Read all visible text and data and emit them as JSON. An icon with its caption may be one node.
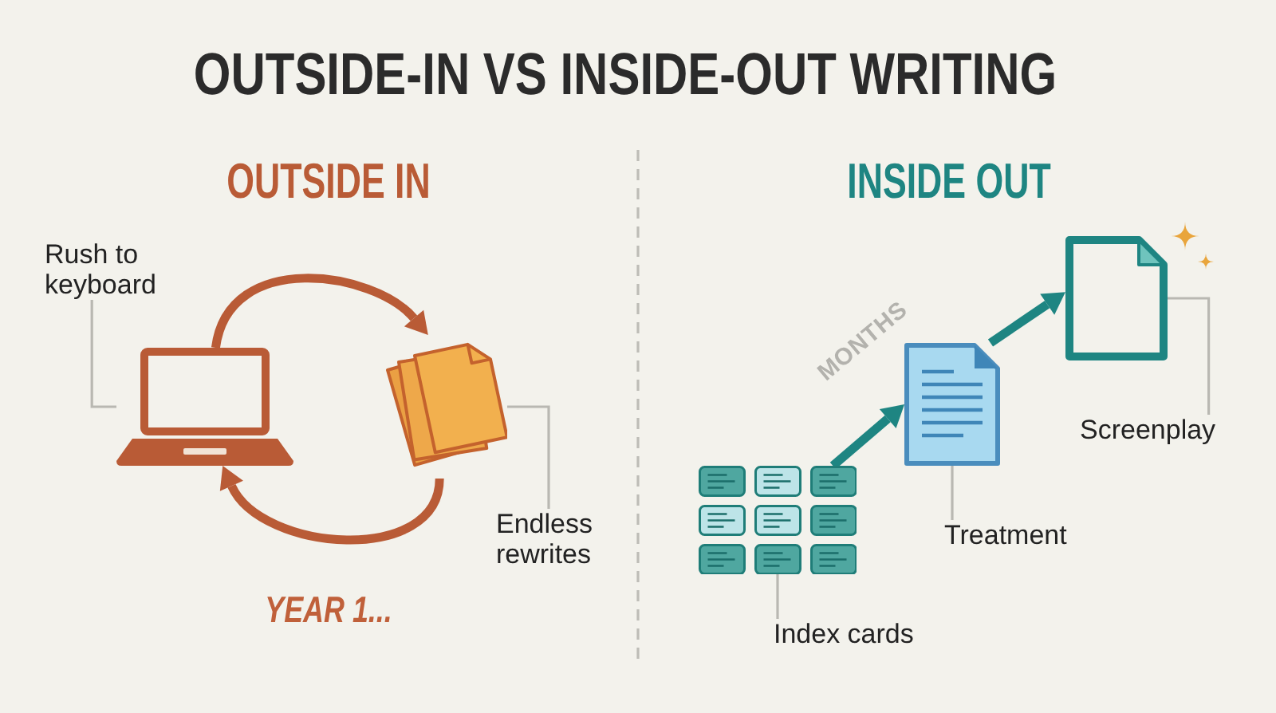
{
  "diagram": {
    "title": "OUTSIDE-IN VS INSIDE-OUT WRITING",
    "nodes": [
      {
        "text": [
          "Rush to keyboard"
        ]
      },
      {
        "text": [],
        "shape": "picture"
      },
      {
        "text": [],
        "shape": "picture"
      },
      {
        "text": [
          "Endless rewrites"
        ]
      },
      {
        "text": [],
        "shape": "picture"
      },
      {
        "text": [
          "Index cards"
        ]
      },
      {
        "text": [],
        "shape": "picture"
      },
      {
        "text": [
          "Treatment"
        ]
      },
      {
        "text": [],
        "shape": "picture"
      },
      {
        "text": [
          "Screenplay"
        ]
      }
    ],
    "edges": [
      {
        "from": 0,
        "to": 1,
        "arrow": "none"
      },
      {
        "from": 1,
        "to": 2,
        "arrow": "to",
        "style": "thick",
        "color": "#b95b36"
      },
      {
        "from": 2,
        "to": 1,
        "arrow": "to",
        "style": "thick",
        "color": "#b95b36"
      },
      {
        "from": 3,
        "to": 2,
        "arrow": "none"
      },
      {
        "from": 5,
        "to": 4,
        "arrow": "none"
      },
      {
        "from": 4,
        "to": 6,
        "arrow": "to",
        "label": "MONTHS",
        "style": "thick",
        "color": "#1e8582"
      },
      {
        "from": 7,
        "to": 6,
        "arrow": "none"
      },
      {
        "from": 6,
        "to": 8,
        "arrow": "to",
        "style": "thick",
        "color": "#1e8582"
      },
      {
        "from": 9,
        "to": 8,
        "arrow": "none"
      }
    ],
    "labels": [
      "OUTSIDE IN",
      "INSIDE OUT",
      "YEAR 1..."
    ]
  }
}
